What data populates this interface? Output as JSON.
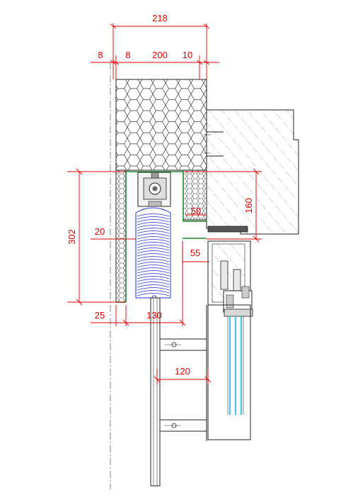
{
  "dimensions": {
    "d218": "218",
    "d8a": "8",
    "d8b": "8",
    "d200": "200",
    "d10": "10",
    "d302": "302",
    "d20": "20",
    "d50": "50",
    "d160": "160",
    "d55": "55",
    "d25": "25",
    "d130": "130",
    "d120": "120"
  },
  "colors": {
    "dimension": "#e60000",
    "roller": "#2230d8",
    "seal": "#1f8a2a",
    "glass": "#41c6e6",
    "line": "#222222"
  }
}
